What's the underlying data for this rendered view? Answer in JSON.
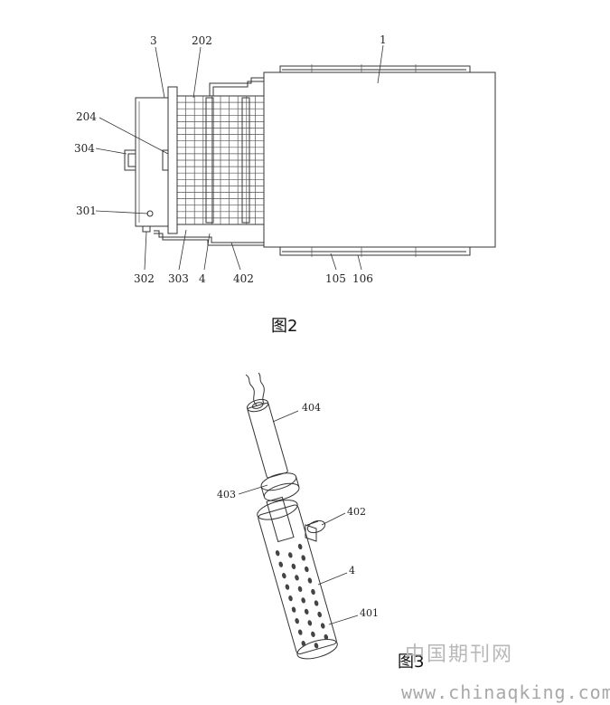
{
  "figure2": {
    "caption": "图2",
    "labels": {
      "l3": "3",
      "l202": "202",
      "l1": "1",
      "l204": "204",
      "l304": "304",
      "l301": "301",
      "l302": "302",
      "l303": "303",
      "l4": "4",
      "l402": "402",
      "l105": "105",
      "l106": "106"
    }
  },
  "figure3": {
    "caption": "图3",
    "labels": {
      "l404": "404",
      "l403": "403",
      "l402": "402",
      "l4": "4",
      "l401": "401"
    }
  },
  "watermark": {
    "site_cn": "中国期刊网",
    "site_url": "www.chinaqking.com"
  }
}
